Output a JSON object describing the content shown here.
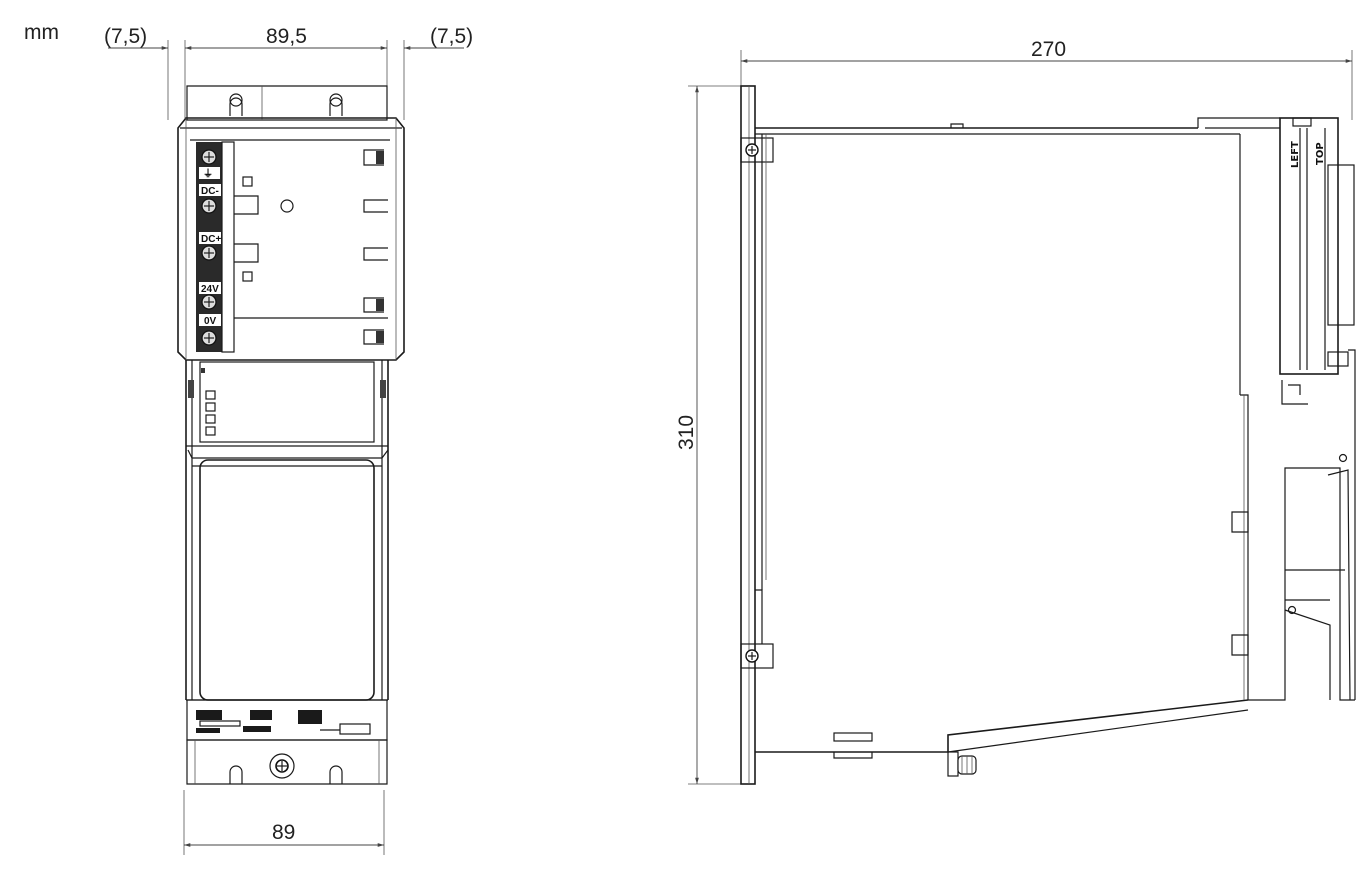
{
  "unit_label": "mm",
  "front_view": {
    "left_clearance": "(7,5)",
    "top_width": "89,5",
    "right_clearance": "(7,5)",
    "bottom_width": "89",
    "terminals": [
      "⏚",
      "DC-",
      "DC+",
      "24V",
      "0V"
    ]
  },
  "side_view": {
    "depth": "270",
    "height": "310",
    "label_left": "LEFT",
    "label_top": "TOP"
  }
}
